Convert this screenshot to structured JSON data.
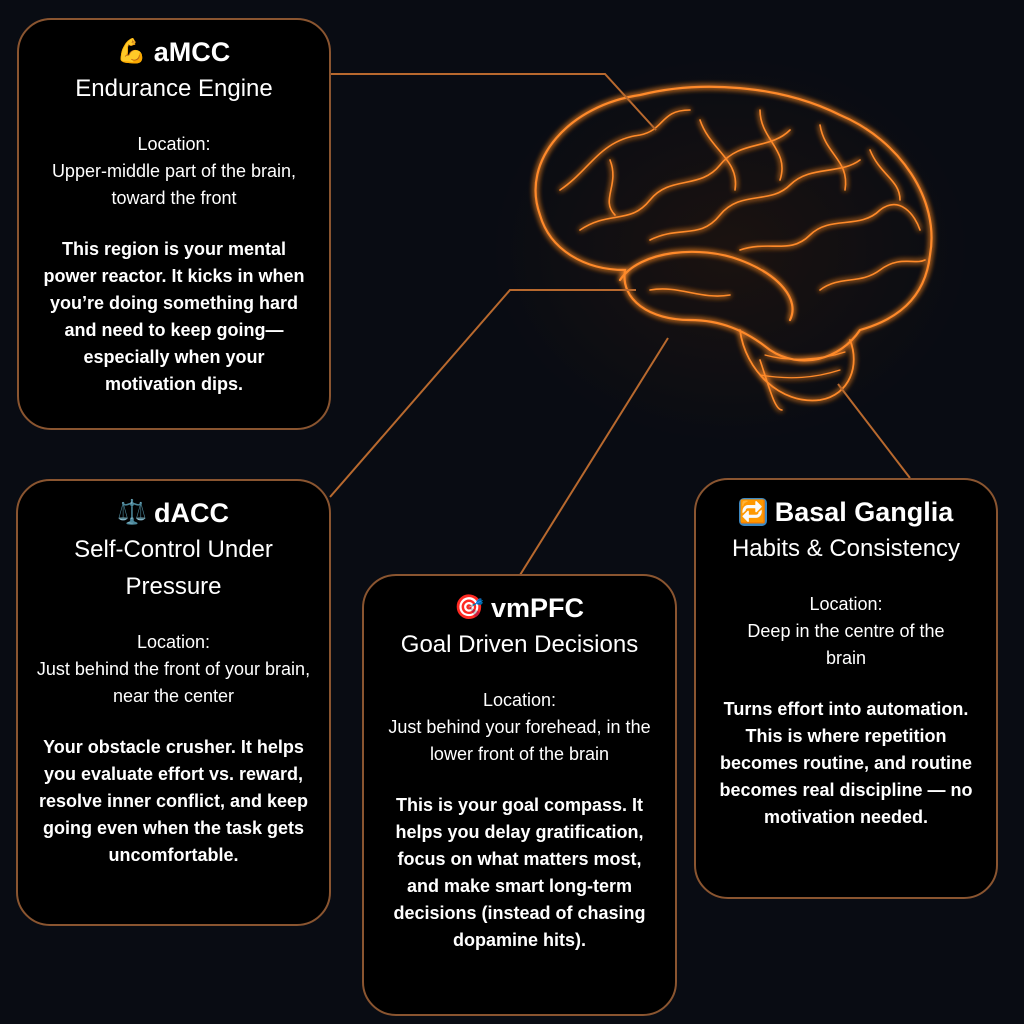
{
  "cards": {
    "amcc": {
      "icon": "flexed-biceps-icon",
      "emoji": "💪",
      "title": "aMCC",
      "subtitle": "Endurance Engine",
      "location_label": "Location:",
      "location": "Upper-middle part of the brain, toward the front",
      "description": "This region is your mental power reactor. It kicks in when you’re doing something hard and need to keep going—especially when your motivation dips."
    },
    "dacc": {
      "icon": "balance-scale-icon",
      "emoji": "⚖️",
      "title": "dACC",
      "subtitle": "Self-Control Under Pressure",
      "location_label": "Location:",
      "location": "Just behind the front of your brain, near the center",
      "description": "Your obstacle crusher. It helps you evaluate effort vs. reward, resolve inner conflict, and keep going even when the task gets uncomfortable."
    },
    "vmpfc": {
      "icon": "target-icon",
      "emoji": "🎯",
      "title": "vmPFC",
      "subtitle": "Goal Driven Decisions",
      "location_label": "Location:",
      "location": "Just behind your forehead, in the lower front of the brain",
      "description": "This is your goal compass. It helps you delay gratification, focus on what matters most, and make smart long-term decisions (instead of chasing dopamine hits)."
    },
    "basal": {
      "icon": "repeat-arrows-icon",
      "emoji": "🔁",
      "title": "Basal Ganglia",
      "subtitle": "Habits & Consistency",
      "location_label": "Location:",
      "location": "Deep in the centre of the brain",
      "description": "Turns effort into automation. This is where repetition becomes routine, and routine becomes real discipline — no motivation needed."
    }
  },
  "colors": {
    "background": "#090c13",
    "accent": "#ff8a2a",
    "border": "#8a5530",
    "connector": "#b8692e"
  }
}
